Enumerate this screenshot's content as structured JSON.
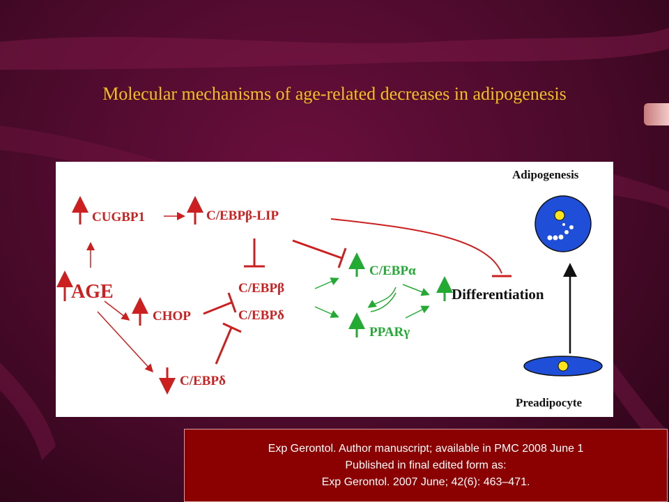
{
  "slide": {
    "title": "Molecular mechanisms of age-related decreases in adipogenesis"
  },
  "diagram": {
    "nodes": {
      "cugbp1": "CUGBP1",
      "cebpb_lip": "C/EBPβ-LIP",
      "age": "AGE",
      "chop": "CHOP",
      "cebpb": "C/EBPβ",
      "cebpd_mid": "C/EBPδ",
      "cebpd_low": "C/EBPδ",
      "cebpa": "C/EBPα",
      "ppary": "PPARγ",
      "differentiation": "Differentiation",
      "adipogenesis": "Adipogenesis",
      "preadipocyte": "Preadipocyte"
    },
    "colors": {
      "red": "#cc1f1f",
      "green": "#22aa33",
      "cell_blue": "#1f4fd8",
      "nucleus_yellow": "#ffe41a"
    }
  },
  "citation": {
    "line1": "Exp Gerontol. Author manuscript; available in PMC 2008 June 1",
    "line2": "Published in final edited form as:",
    "line3": "Exp Gerontol. 2007 June; 42(6): 463–471."
  }
}
